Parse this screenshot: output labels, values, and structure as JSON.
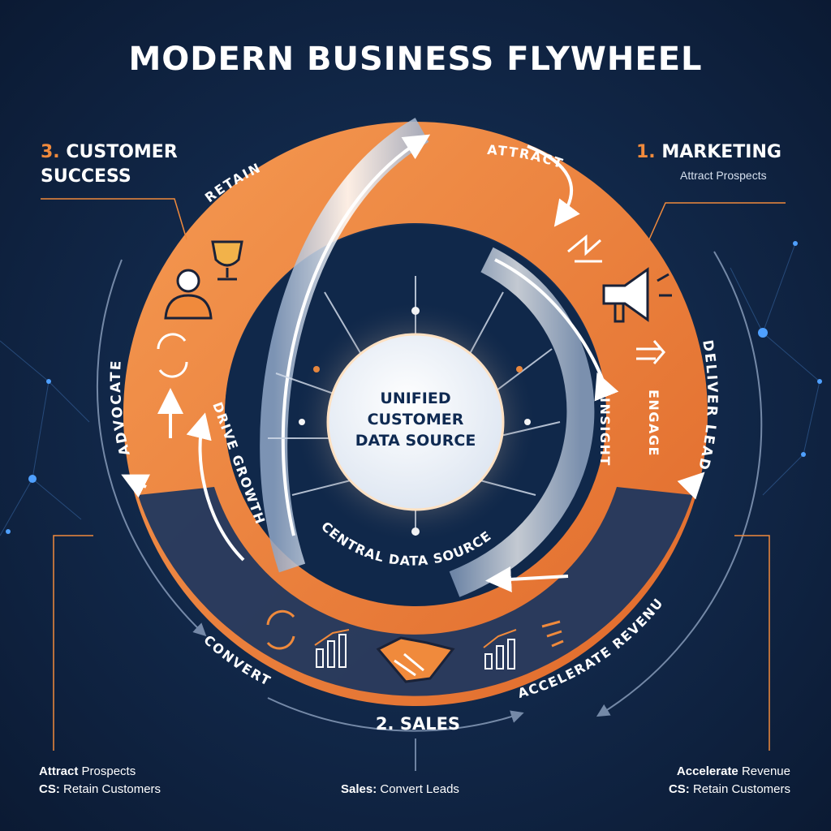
{
  "title": "MODERN BUSINESS FLYWHEEL",
  "sections": {
    "marketing": {
      "number": "1.",
      "name": "MARKETING",
      "subtitle": "Attract Prospects"
    },
    "sales": {
      "label": "2. SALES"
    },
    "customer_success": {
      "number": "3.",
      "name_line1": "CUSTOMER",
      "name_line2": "SUCCESS"
    }
  },
  "center": {
    "line1": "UNIFIED",
    "line2": "CUSTOMER",
    "line3": "DATA SOURCE",
    "ring_label": "CENTRAL DATA SOURCE"
  },
  "arc_labels": {
    "attract": "ATTRACT",
    "retain": "RETAIN",
    "advocate": "ADVOCATE",
    "drive_growth": "DRIVE GROWTH",
    "deliver_leads": "DELIVER LEADS",
    "engage": "ENGAGE",
    "insight": "INSIGHT",
    "convert": "CONVERT",
    "accelerate_revenue": "ACCELERATE REVENUE"
  },
  "corners": {
    "bottom_left": {
      "line1_bold": "Attract",
      "line1_rest": " Prospects",
      "line2_bold": "CS:",
      "line2_rest": " Retain Customers"
    },
    "bottom_center": {
      "bold": "Sales:",
      "rest": " Convert Leads"
    },
    "bottom_right": {
      "line1_bold": "Accelerate",
      "line1_rest": " Revenue",
      "line2_bold": "CS:",
      "line2_rest": " Retain Customers"
    }
  },
  "colors": {
    "accent_orange": "#f08a3c",
    "navy_background": "#12294b",
    "ribbon_light": "#e9eef6",
    "hub_white": "#ffffff"
  },
  "icons": [
    "trophy-icon",
    "person-icon",
    "refresh-icon",
    "growth-arrows-icon",
    "megaphone-icon",
    "forward-arrow-icon",
    "cycle-icon",
    "bar-chart-icon",
    "handshake-icon",
    "trend-chart-icon",
    "speed-icon"
  ]
}
